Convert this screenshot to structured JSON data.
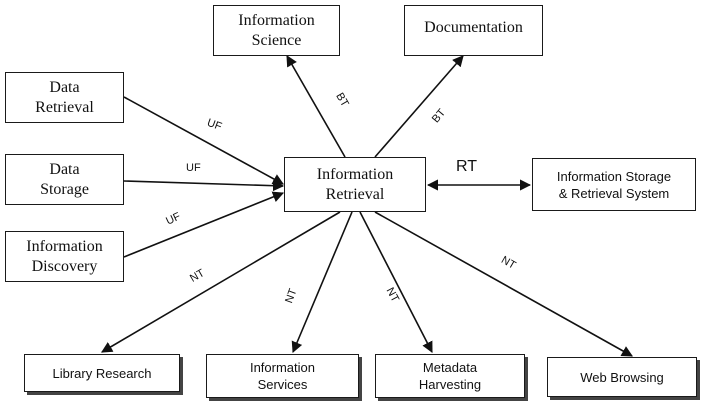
{
  "nodes": {
    "center": {
      "line1": "Information",
      "line2": "Retrieval"
    },
    "info_science": {
      "line1": "Information",
      "line2": "Science"
    },
    "documentation": {
      "line1": "Documentation"
    },
    "data_retrieval": {
      "line1": "Data",
      "line2": "Retrieval"
    },
    "data_storage": {
      "line1": "Data",
      "line2": "Storage"
    },
    "info_discovery": {
      "line1": "Information",
      "line2": "Discovery"
    },
    "info_storage_system": {
      "line1": "Information Storage",
      "line2": "& Retrieval System"
    },
    "library_research": {
      "line1": "Library Research"
    },
    "info_services": {
      "line1": "Information",
      "line2": "Services"
    },
    "metadata_harvesting": {
      "line1": "Metadata",
      "line2": "Harvesting"
    },
    "web_browsing": {
      "line1": "Web Browsing"
    }
  },
  "edge_labels": {
    "uf": "UF",
    "bt": "BT",
    "rt": "RT",
    "nt": "NT"
  }
}
